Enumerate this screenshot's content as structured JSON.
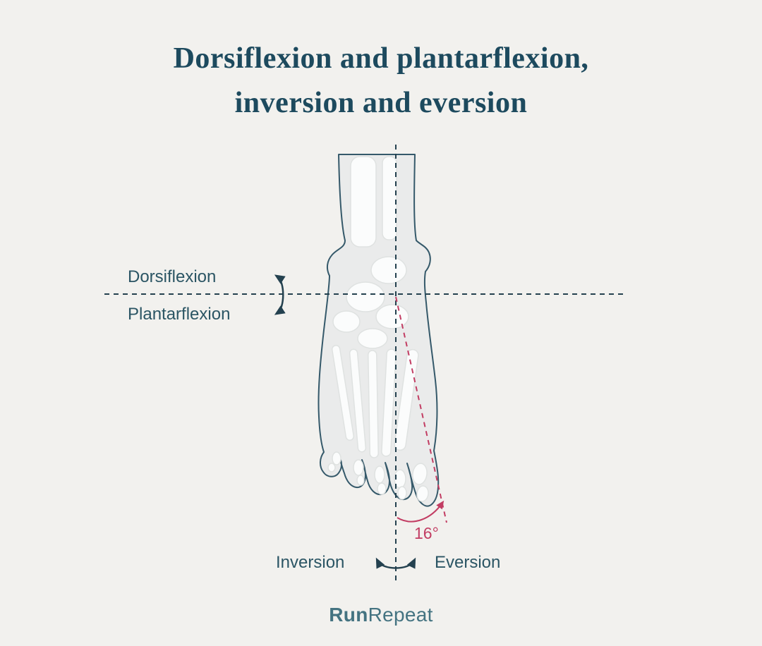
{
  "title": {
    "line1": "Dorsiflexion and plantarflexion,",
    "line2": "inversion and eversion"
  },
  "labels": {
    "dorsiflexion": "Dorsiflexion",
    "plantarflexion": "Plantarflexion",
    "inversion": "Inversion",
    "eversion": "Eversion",
    "angle": "16°"
  },
  "diagram": {
    "angle_degrees_shown": "16°",
    "subject": "dorsal view of a right foot with ankle axis lines"
  },
  "logo": {
    "bold": "Run",
    "regular": "Repeat"
  },
  "colors": {
    "background": "#f2f1ee",
    "title": "#1d4a5e",
    "label": "#2b5564",
    "axis_line": "#24414f",
    "accent_pink": "#c23d63",
    "foot_fill": "#eaebeb",
    "foot_stroke": "#35596a",
    "bone_fill": "#fbfcfc",
    "logo": "#447381"
  }
}
